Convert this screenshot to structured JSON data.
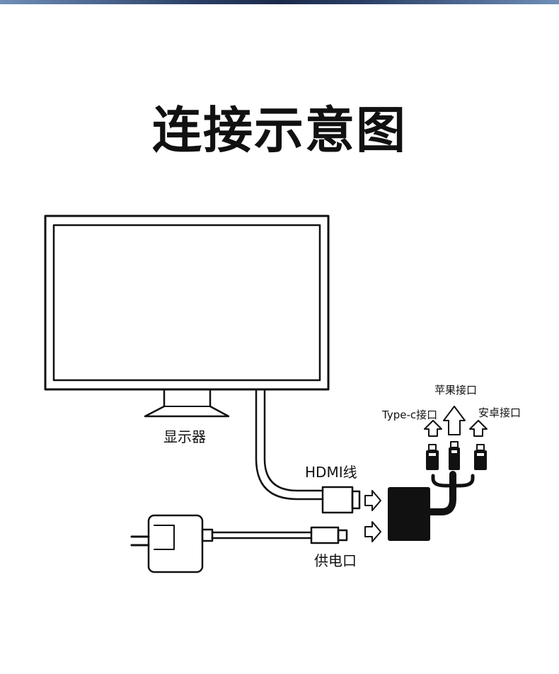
{
  "title": "连接示意图",
  "labels": {
    "monitor": "显示器",
    "hdmi_cable": "HDMI线",
    "power_port": "供电口",
    "typec_port": "Type-c接口",
    "apple_port": "苹果接口",
    "android_port": "安卓接口"
  },
  "colors": {
    "line": "#111111",
    "adapter": "#111111",
    "top_bar_start": "#4a6fa5",
    "top_bar_end": "#1b2a4a"
  }
}
